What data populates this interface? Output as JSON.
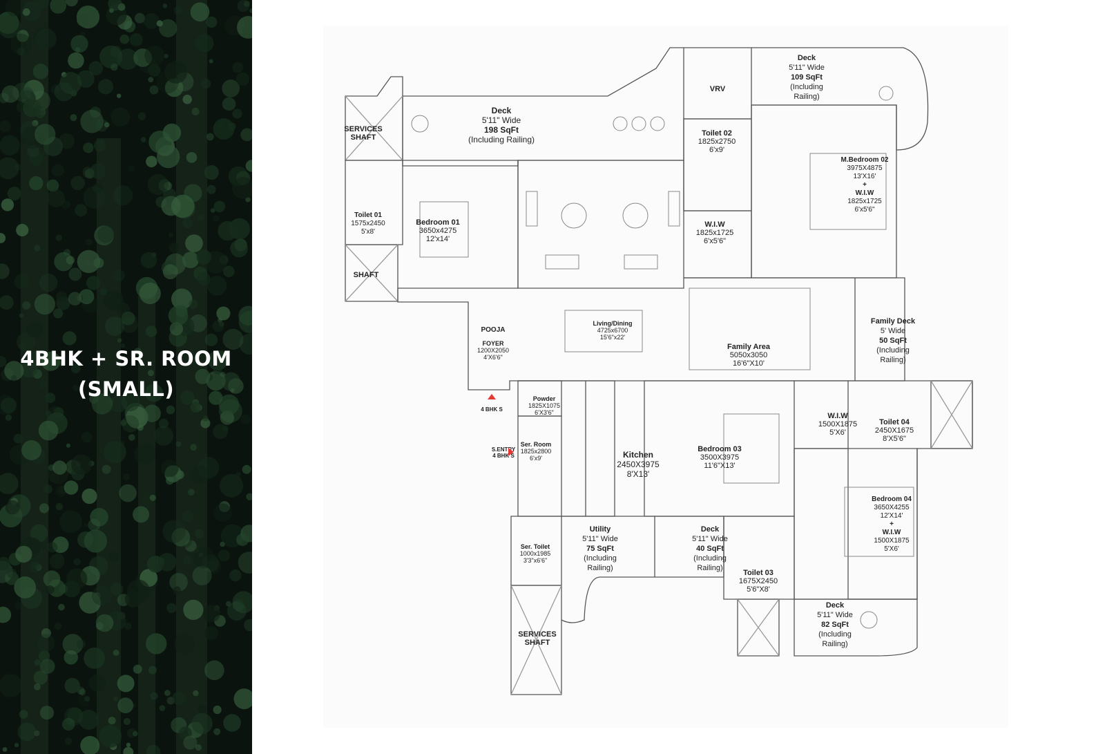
{
  "title": {
    "line1": "4BHK + SR. ROOM",
    "line2": "(SMALL)"
  },
  "colors": {
    "wall": "#555555",
    "furniture": "#888888",
    "entry_marker": "#e53935",
    "forest_dark": "#0e1a13"
  },
  "rooms": [
    {
      "id": "deck-top-left",
      "lines": [
        "Deck",
        "5'11\" Wide",
        "198 SqFt",
        "(Including Railing)"
      ],
      "bold": [
        0,
        2
      ]
    },
    {
      "id": "services-shaft-top",
      "lines": [
        "SERVICES",
        "SHAFT"
      ],
      "bold": [
        0,
        1
      ]
    },
    {
      "id": "toilet-01",
      "lines": [
        "Toilet 01",
        "1575x2450",
        "5'x8'"
      ],
      "bold": [
        0
      ]
    },
    {
      "id": "bedroom-01",
      "lines": [
        "Bedroom 01",
        "3650x4275",
        "12'x14'"
      ],
      "bold": [
        0
      ]
    },
    {
      "id": "shaft-left",
      "lines": [
        "SHAFT"
      ],
      "bold": [
        0
      ]
    },
    {
      "id": "vrv",
      "lines": [
        "VRV"
      ],
      "bold": [
        0
      ]
    },
    {
      "id": "deck-top-right",
      "lines": [
        "Deck",
        "5'11\" Wide",
        "109 SqFt",
        "(Including",
        "Railing)"
      ],
      "bold": [
        0,
        2
      ]
    },
    {
      "id": "toilet-02",
      "lines": [
        "Toilet 02",
        "1825x2750",
        "6'x9'"
      ],
      "bold": [
        0
      ]
    },
    {
      "id": "m-bedroom-02",
      "lines": [
        "M.Bedroom 02",
        "3975X4875",
        "13'X16'",
        "+",
        "W.I.W",
        "1825x1725",
        "6'x5'6\""
      ],
      "bold": [
        0,
        3,
        4
      ]
    },
    {
      "id": "wiw-top",
      "lines": [
        "W.I.W",
        "1825x1725",
        "6'x5'6\""
      ],
      "bold": [
        0
      ]
    },
    {
      "id": "living-dining",
      "lines": [
        "Living/Dining",
        "4725x6700",
        "15'6\"x22'"
      ],
      "bold": [
        0
      ]
    },
    {
      "id": "pooja",
      "lines": [
        "POOJA"
      ],
      "bold": [
        0
      ]
    },
    {
      "id": "foyer",
      "lines": [
        "FOYER",
        "1200X2050",
        "4'X6'6\""
      ],
      "bold": [
        0
      ]
    },
    {
      "id": "family-area",
      "lines": [
        "Family Area",
        "5050x3050",
        "16'6\"X10'"
      ],
      "bold": [
        0
      ]
    },
    {
      "id": "family-deck",
      "lines": [
        "Family Deck",
        "5' Wide",
        "50 SqFt",
        "(Including",
        "Railing)"
      ],
      "bold": [
        0,
        2
      ]
    },
    {
      "id": "main-entry",
      "lines": [
        "4 BHK S"
      ],
      "bold": [
        0
      ]
    },
    {
      "id": "powder",
      "lines": [
        "Powder",
        "1825X1075",
        "6'X3'6\""
      ],
      "bold": [
        0
      ]
    },
    {
      "id": "ser-room",
      "lines": [
        "Ser. Room",
        "1825x2800",
        "6'x9'"
      ],
      "bold": [
        0
      ]
    },
    {
      "id": "service-entry",
      "lines": [
        "S.ENTRY",
        "4 BHK S"
      ],
      "bold": [
        0,
        1
      ]
    },
    {
      "id": "kitchen",
      "lines": [
        "Kitchen",
        "2450X3975",
        "8'X13'"
      ],
      "bold": [
        0
      ]
    },
    {
      "id": "bedroom-03",
      "lines": [
        "Bedroom 03",
        "3500X3975",
        "11'6\"X13'"
      ],
      "bold": [
        0
      ]
    },
    {
      "id": "wiw-mid",
      "lines": [
        "W.I.W",
        "1500X1875",
        "5'X6'"
      ],
      "bold": [
        0
      ]
    },
    {
      "id": "toilet-04",
      "lines": [
        "Toilet 04",
        "2450X1675",
        "8'X5'6\""
      ],
      "bold": [
        0
      ]
    },
    {
      "id": "bedroom-04",
      "lines": [
        "Bedroom 04",
        "3650X4255",
        "12'X14'",
        "+",
        "W.I.W",
        "1500X1875",
        "5'X6'"
      ],
      "bold": [
        0,
        3,
        4
      ]
    },
    {
      "id": "ser-toilet",
      "lines": [
        "Ser. Toilet",
        "1000x1985",
        "3'3\"x6'6\""
      ],
      "bold": [
        0
      ]
    },
    {
      "id": "utility",
      "lines": [
        "Utility",
        "5'11\" Wide",
        "75 SqFt",
        "(Including",
        "Railing)"
      ],
      "bold": [
        0,
        2
      ]
    },
    {
      "id": "deck-mid",
      "lines": [
        "Deck",
        "5'11\" Wide",
        "40 SqFt",
        "(Including",
        "Railing)"
      ],
      "bold": [
        0,
        2
      ]
    },
    {
      "id": "toilet-03",
      "lines": [
        "Toilet 03",
        "1675X2450",
        "5'6\"X8'"
      ],
      "bold": [
        0
      ]
    },
    {
      "id": "deck-bottom-right",
      "lines": [
        "Deck",
        "5'11\" Wide",
        "82 SqFt",
        "(Including",
        "Railing)"
      ],
      "bold": [
        0,
        2
      ]
    },
    {
      "id": "services-shaft-bottom",
      "lines": [
        "SERVICES",
        "SHAFT"
      ],
      "bold": [
        0,
        1
      ]
    }
  ]
}
